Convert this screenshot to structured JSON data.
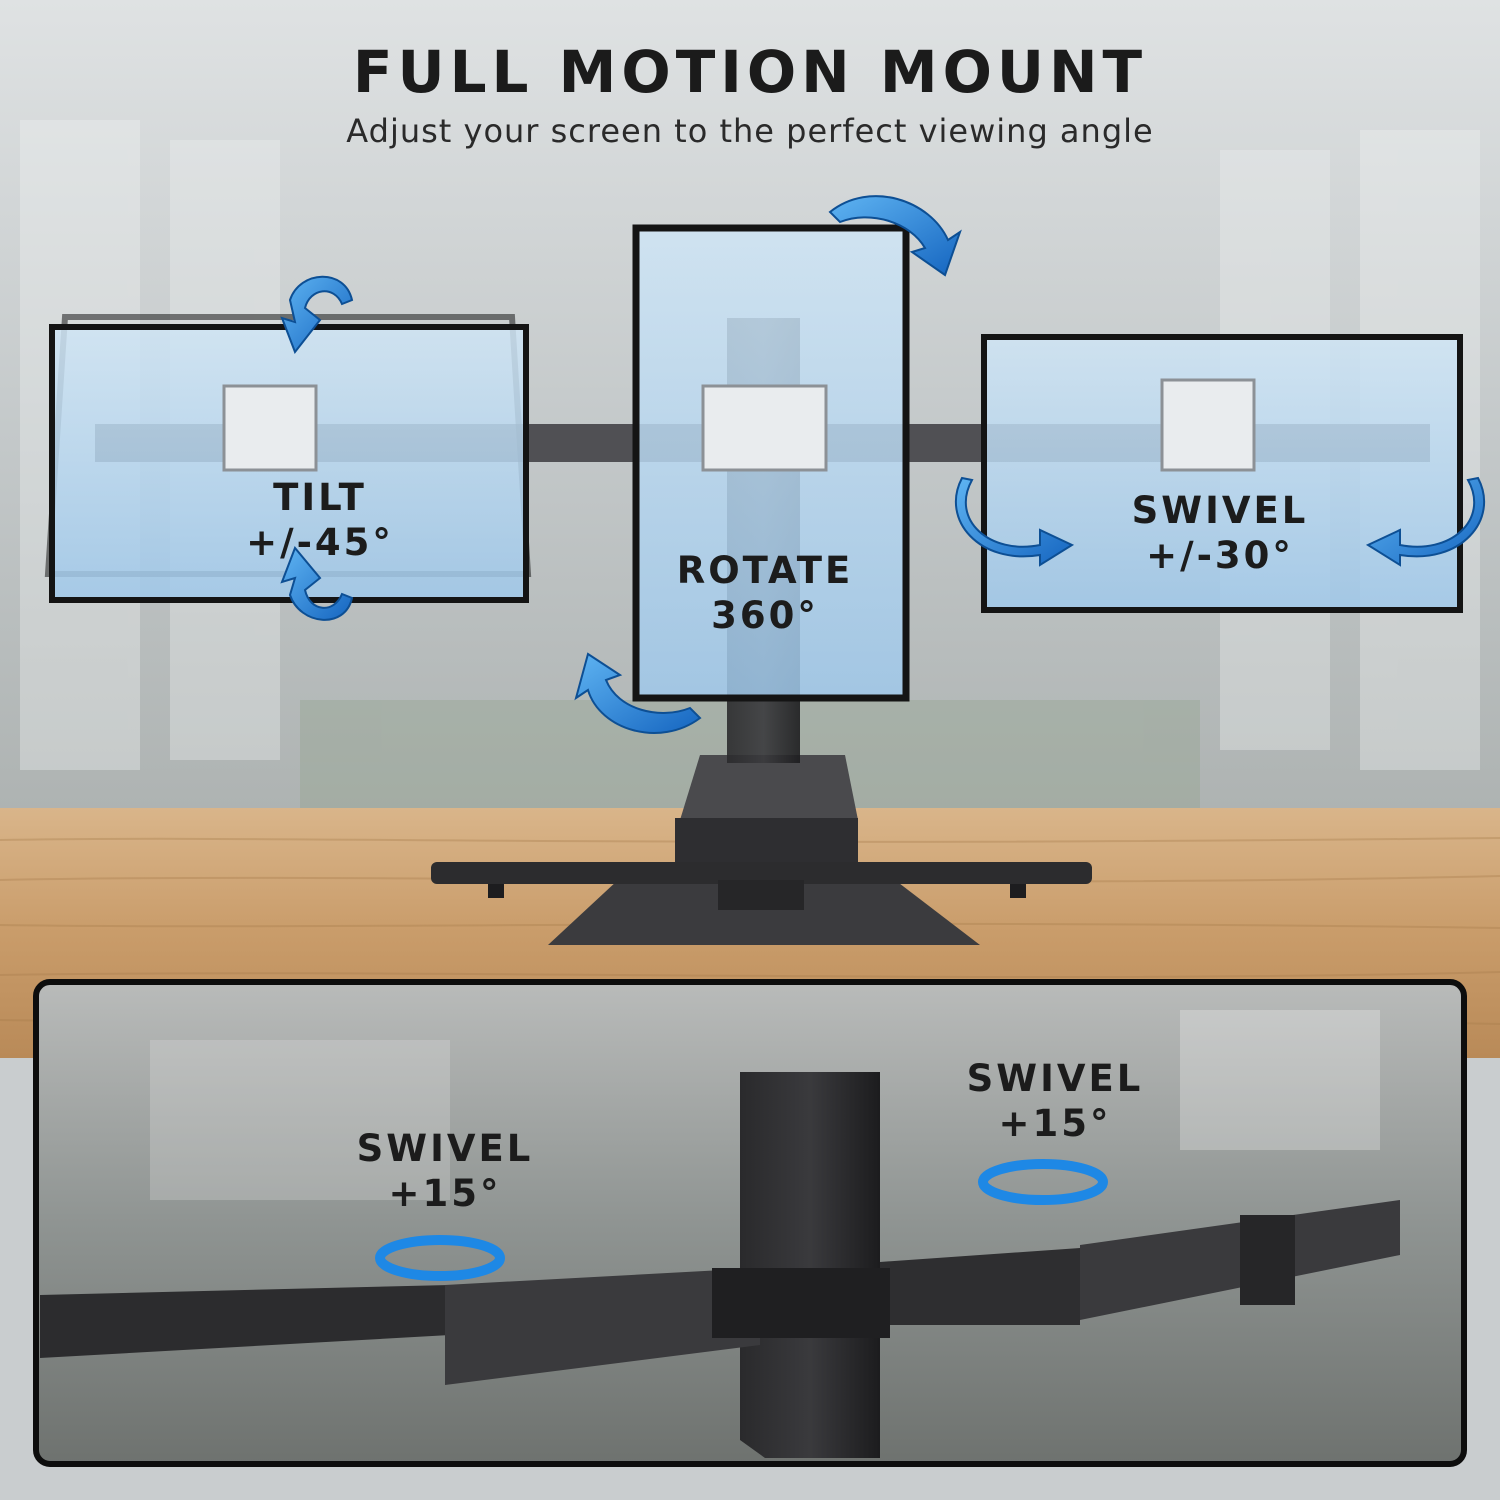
{
  "header": {
    "title": "FULL MOTION MOUNT",
    "subtitle": "Adjust your screen to the perfect viewing angle"
  },
  "features": {
    "tilt": {
      "name": "TILT",
      "range": "+/-45°"
    },
    "rotate": {
      "name": "ROTATE",
      "range": "360°"
    },
    "swivel_monitor": {
      "name": "SWIVEL",
      "range": "+/-30°"
    },
    "swivel_arm_left": {
      "name": "SWIVEL",
      "range": "+15°"
    },
    "swivel_arm_right": {
      "name": "SWIVEL",
      "range": "+15°"
    }
  },
  "colors": {
    "arrow": "#1e88e5",
    "screen": "#bcd9f0",
    "bezel": "#141414",
    "wood": "#c9a273",
    "steel": "#2b2b2d"
  }
}
